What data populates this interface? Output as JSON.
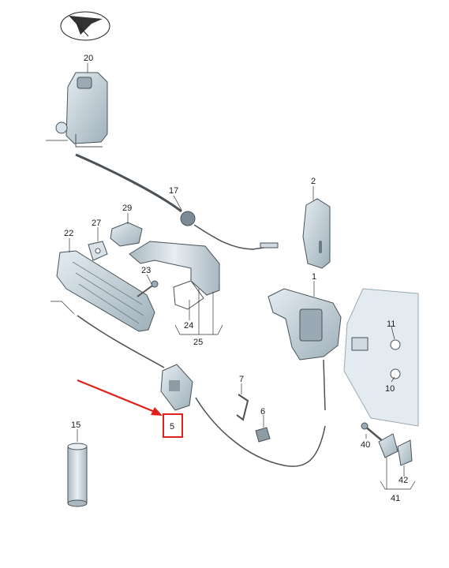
{
  "diagram": {
    "callouts": [
      {
        "id": "20",
        "text": "20"
      },
      {
        "id": "17",
        "text": "17"
      },
      {
        "id": "2",
        "text": "2"
      },
      {
        "id": "27",
        "text": "27"
      },
      {
        "id": "29",
        "text": "29"
      },
      {
        "id": "22",
        "text": "22"
      },
      {
        "id": "23",
        "text": "23"
      },
      {
        "id": "1",
        "text": "1"
      },
      {
        "id": "24",
        "text": "24"
      },
      {
        "id": "25",
        "text": "25"
      },
      {
        "id": "11",
        "text": "11"
      },
      {
        "id": "10",
        "text": "10"
      },
      {
        "id": "7",
        "text": "7"
      },
      {
        "id": "6",
        "text": "6"
      },
      {
        "id": "5",
        "text": "5"
      },
      {
        "id": "15",
        "text": "15"
      },
      {
        "id": "40",
        "text": "40"
      },
      {
        "id": "42",
        "text": "42"
      },
      {
        "id": "41",
        "text": "41"
      }
    ],
    "highlight": {
      "callout": "5",
      "color": "#e0201b"
    },
    "colors": {
      "part_fill": "#c9d6de",
      "part_dark": "#8d9ba5",
      "line": "#4a5258",
      "bg_panel": "#e3ebf0"
    }
  }
}
